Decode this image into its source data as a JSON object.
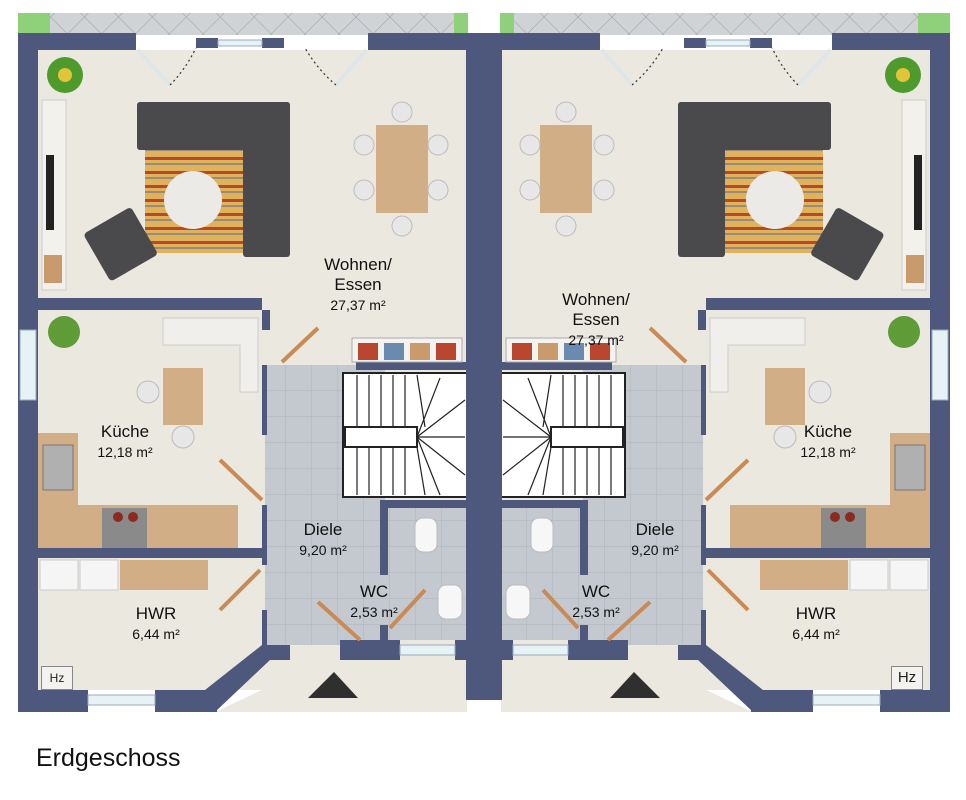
{
  "caption": "Erdgeschoss",
  "units": [
    {
      "rooms": [
        {
          "name": "Wohnen/\nEssen",
          "name_line1": "Wohnen/",
          "name_line2": "Essen",
          "area": "27,37 m²"
        },
        {
          "name": "Küche",
          "area": "12,18 m²"
        },
        {
          "name": "Diele",
          "area": "9,20 m²"
        },
        {
          "name": "WC",
          "area": "2,53 m²"
        },
        {
          "name": "HWR",
          "area": "6,44 m²"
        }
      ],
      "heating_label": "Hz"
    },
    {
      "rooms": [
        {
          "name": "Wohnen/\nEssen",
          "name_line1": "Wohnen/",
          "name_line2": "Essen",
          "area": "27,37 m²"
        },
        {
          "name": "Küche",
          "area": "12,18 m²"
        },
        {
          "name": "Diele",
          "area": "9,20 m²"
        },
        {
          "name": "WC",
          "area": "2,53 m²"
        },
        {
          "name": "HWR",
          "area": "6,44 m²"
        }
      ],
      "heating_label": "Hz"
    }
  ],
  "colors": {
    "wall": "#4e587c",
    "floor": "#ebe8e0",
    "tile": "#c3c9ce",
    "wood": "#d2ae86",
    "sofa": "#4a4a4c",
    "grass": "#8fd17a"
  }
}
